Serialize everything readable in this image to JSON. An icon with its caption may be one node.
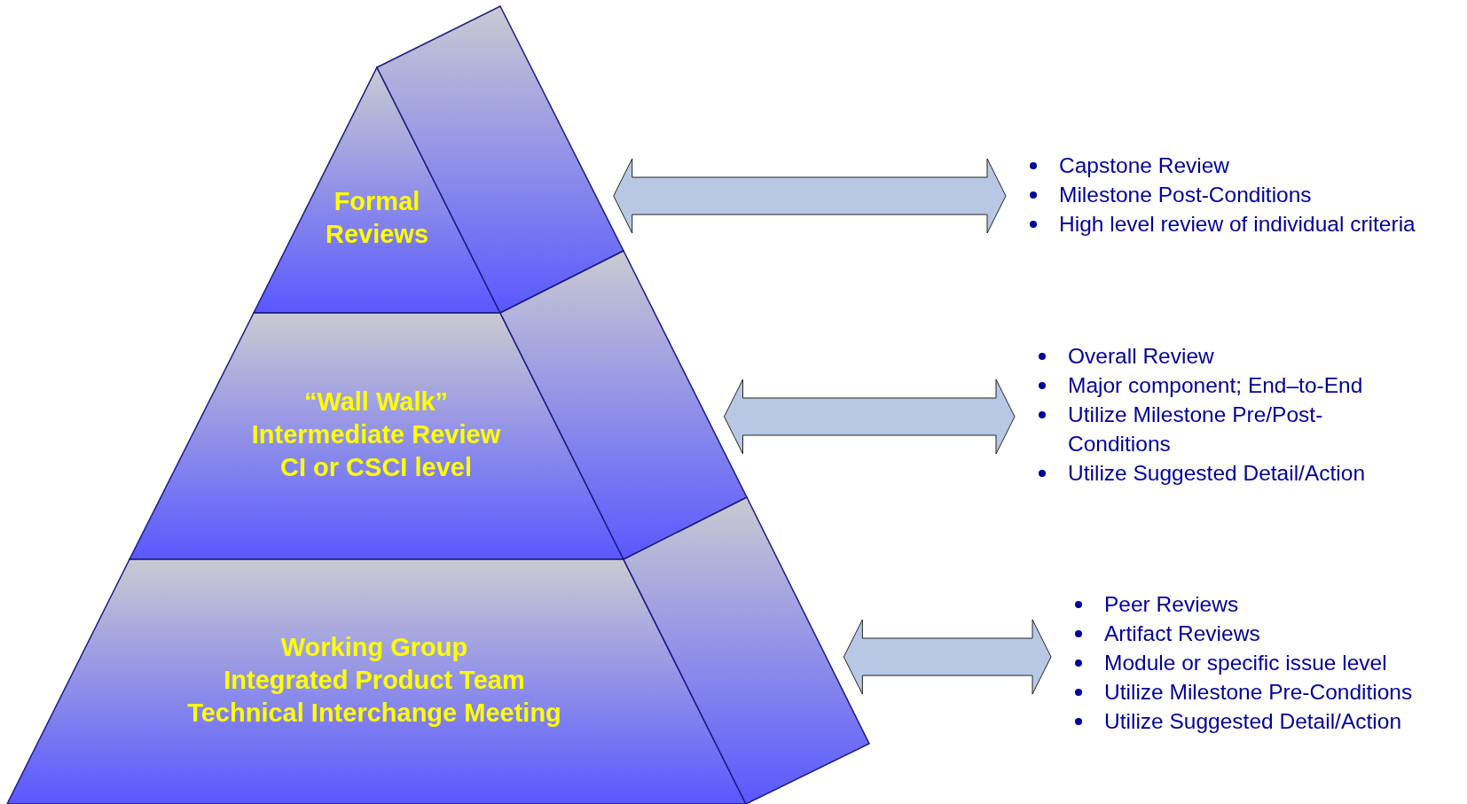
{
  "diagram": {
    "nodes": [
      {
        "text": [
          "Formal Reviews"
        ]
      },
      {
        "text": [
          "“Wall Walk”",
          "Intermediate Review",
          "CI or CSCI level"
        ]
      },
      {
        "text": [
          "Working Group",
          "Integrated Product Team",
          "Technical Interchange Meeting"
        ]
      },
      {
        "text": [
          "Capstone Review",
          "Milestone Post-Conditions",
          "High level review of individual criteria"
        ]
      },
      {
        "text": [
          "Overall Review",
          "Major component; End–to-End",
          "Utilize Milestone Pre/Post-Conditions",
          "Utilize Suggested Detail/Action"
        ]
      },
      {
        "text": [
          "Peer Reviews",
          "Artifact Reviews",
          "Module or specific issue level",
          "Utilize Milestone Pre-Conditions",
          "Utilize Suggested Detail/Action"
        ]
      }
    ],
    "edges": [
      {
        "from": 0,
        "to": 3,
        "arrow": "both"
      },
      {
        "from": 1,
        "to": 4,
        "arrow": "both"
      },
      {
        "from": 2,
        "to": 5,
        "arrow": "both"
      }
    ]
  }
}
